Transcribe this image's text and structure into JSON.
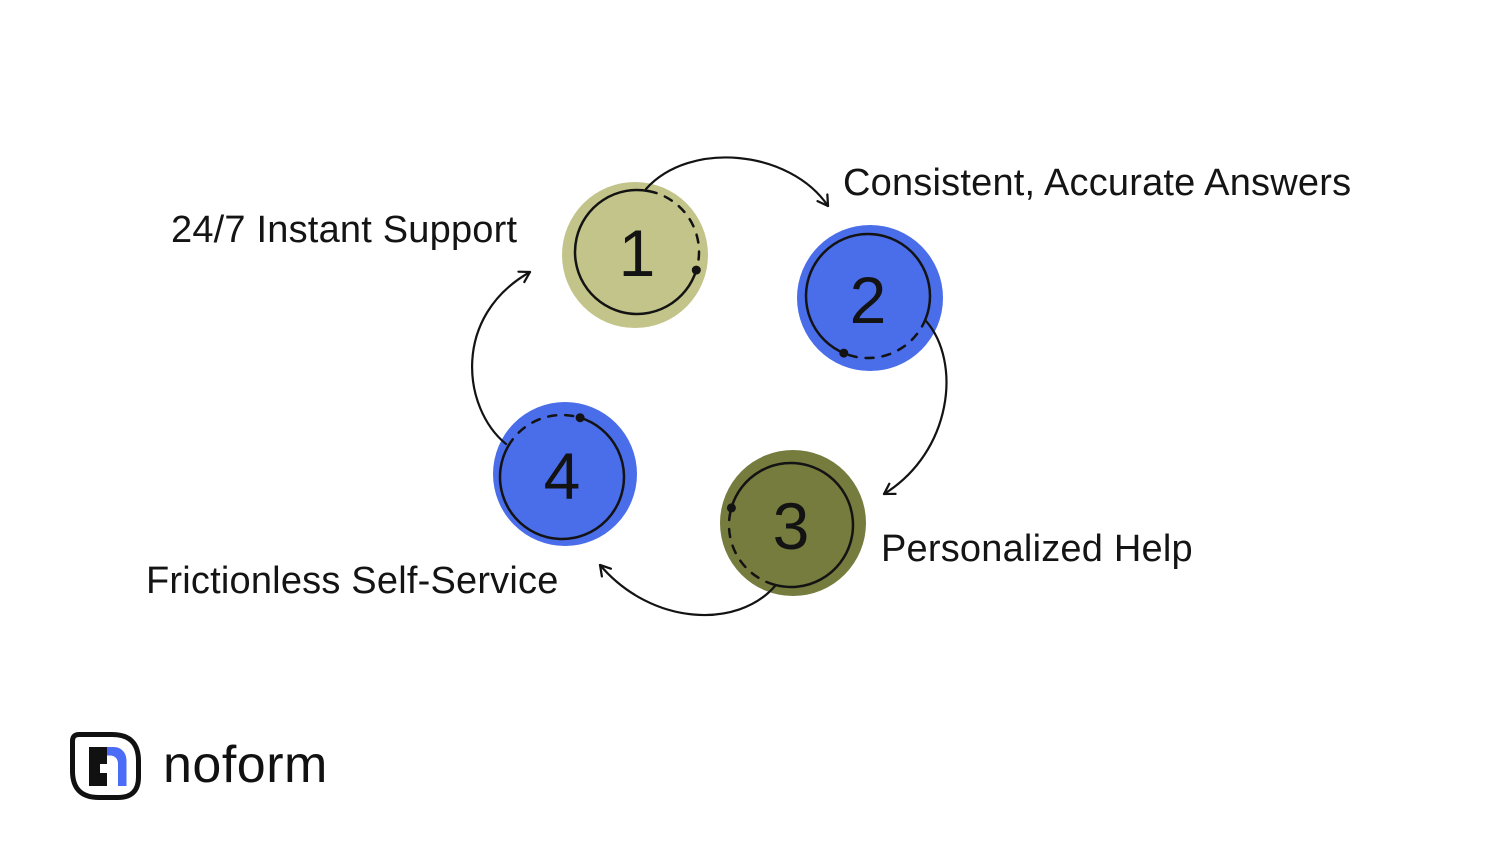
{
  "canvas": {
    "background": "#ffffff"
  },
  "diagram": {
    "type": "cycle",
    "stroke_color": "#131313",
    "steps": [
      {
        "number": "1",
        "label": "24/7 Instant Support",
        "color": "#c2c48a"
      },
      {
        "number": "2",
        "label": "Consistent, Accurate Answers",
        "color": "#4a6de9"
      },
      {
        "number": "3",
        "label": "Personalized Help",
        "color": "#767b3e"
      },
      {
        "number": "4",
        "label": "Frictionless Self-Service",
        "color": "#4a6de9"
      }
    ]
  },
  "brand": {
    "name": "noform",
    "logo_blue": "#4a6cf6",
    "logo_black": "#111111"
  }
}
